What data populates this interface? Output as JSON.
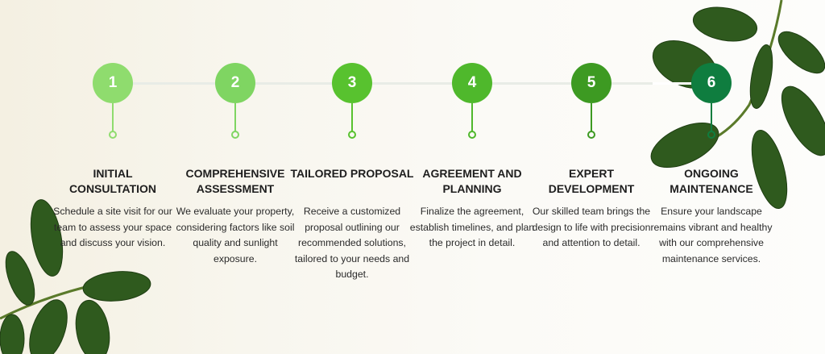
{
  "steps": [
    {
      "number": "1",
      "title": "INITIAL CONSULTATION",
      "description": "Schedule a site visit for our team to assess your space and discuss your vision.",
      "color": "#8fdc6e"
    },
    {
      "number": "2",
      "title": "COMPREHENSIVE ASSESSMENT",
      "description": "We evaluate your property, considering factors like soil quality and sunlight exposure.",
      "color": "#7fd562"
    },
    {
      "number": "3",
      "title": "TAILORED PROPOSAL",
      "description": "Receive a customized proposal outlining our recommended solutions, tailored to your needs and budget.",
      "color": "#58c22f"
    },
    {
      "number": "4",
      "title": "AGREEMENT AND PLANNING",
      "description": "Finalize the agreement, establish timelines, and plan the project in detail.",
      "color": "#4fb82c"
    },
    {
      "number": "5",
      "title": "EXPERT DEVELOPMENT",
      "description": "Our skilled team brings the design to life with precision and attention to detail.",
      "color": "#3d9a22"
    },
    {
      "number": "6",
      "title": "ONGOING MAINTENANCE",
      "description": "Ensure your landscape remains vibrant and healthy with our comprehensive maintenance services.",
      "color": "#0f7d3f"
    }
  ]
}
